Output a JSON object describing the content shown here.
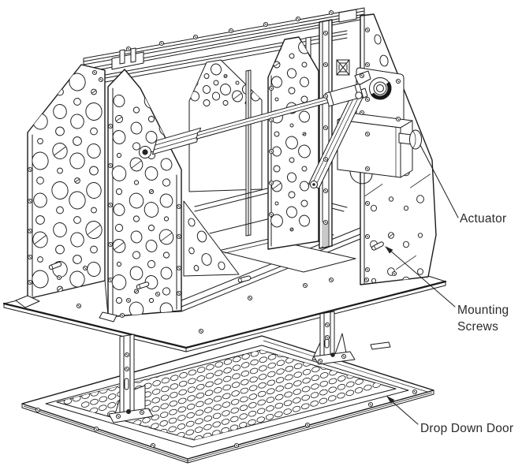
{
  "figure": {
    "type": "technical-illustration",
    "subject": "drop-down door actuator assembly",
    "labels": {
      "actuator": "Actuator",
      "mounting_screws_line1": "Mounting",
      "mounting_screws_line2": "Screws",
      "drop_down_door": "Drop Down Door"
    },
    "colors": {
      "line": "#1b1b1b",
      "background": "#ffffff",
      "text": "#2a2a30"
    }
  }
}
